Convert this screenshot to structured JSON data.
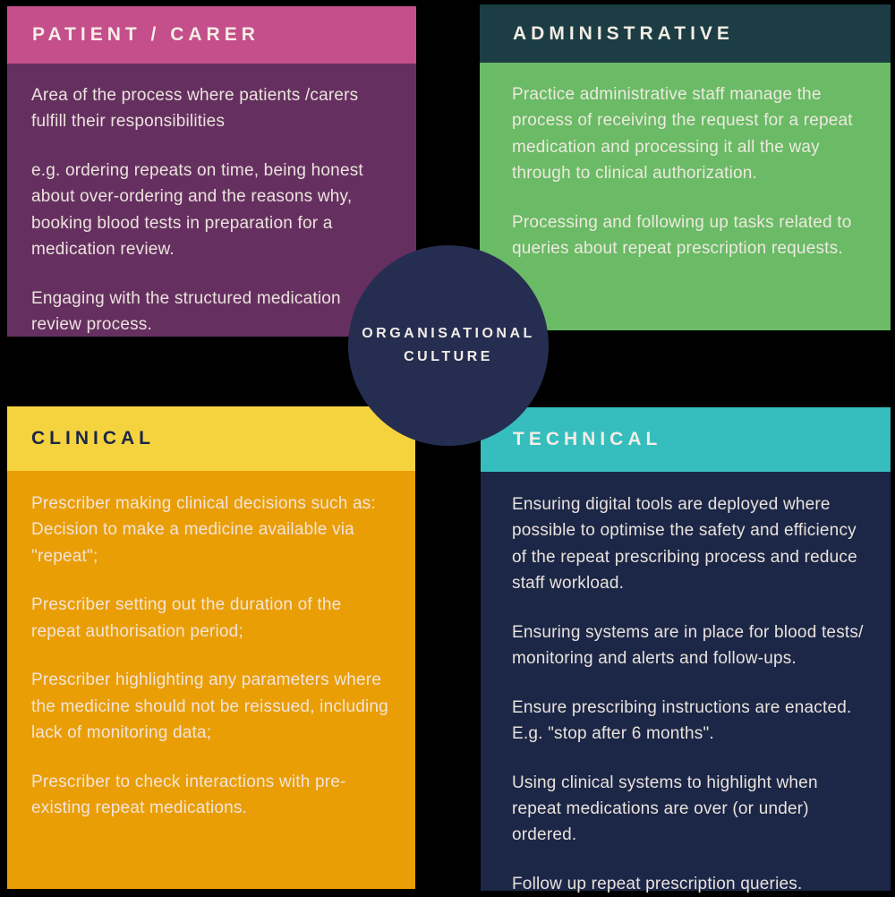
{
  "background_color": "#000000",
  "center": {
    "label_line1": "ORGANISATIONAL",
    "label_line2": "CULTURE",
    "bg": "#252e50",
    "text_color": "#f2ece7"
  },
  "quadrants": [
    {
      "id": "patient-carer",
      "title": "PATIENT / CARER",
      "header_bg": "#c44f8b",
      "header_text_color": "#f6ece6",
      "body_bg": "#653060",
      "body_text_color": "#ece2dd",
      "paragraphs": [
        "Area of the process where patients /carers fulfill their responsibilities",
        "e.g. ordering repeats on time, being honest about over-ordering and the reasons why, booking blood tests in preparation for a medication review.",
        "Engaging with the structured medication review process."
      ]
    },
    {
      "id": "administrative",
      "title": "ADMINISTRATIVE",
      "header_bg": "#1b3d43",
      "header_text_color": "#f3ece5",
      "body_bg": "#6aba66",
      "body_text_color": "#edeade",
      "paragraphs": [
        "Practice administrative staff manage the process of receiving the request for a repeat medication and processing it all the way through to clinical authorization.",
        "Processing and following up tasks related to queries about repeat prescription requests."
      ]
    },
    {
      "id": "clinical",
      "title": "CLINICAL",
      "header_bg": "#f5d33f",
      "header_text_color": "#1c2747",
      "body_bg": "#e99e05",
      "body_text_color": "#f3e4da",
      "paragraphs": [
        "Prescriber making clinical decisions such as: Decision to make a medicine available via \"repeat\";",
        "Prescriber setting out the duration of the repeat authorisation period;",
        "Prescriber highlighting any parameters where the medicine should not be reissued, including lack of monitoring data;",
        "Prescriber to check interactions with pre- existing repeat medications."
      ]
    },
    {
      "id": "technical",
      "title": "TECHNICAL",
      "header_bg": "#36bdbd",
      "header_text_color": "#f2ece6",
      "body_bg": "#1c2747",
      "body_text_color": "#e9e2dc",
      "paragraphs": [
        "Ensuring digital tools are deployed where possible to optimise the safety and efficiency of the repeat prescribing process and reduce staff workload.",
        "Ensuring systems are in place for blood tests/ monitoring and alerts and follow-ups.",
        "Ensure prescribing instructions are enacted. E.g. \"stop after 6 months\".",
        "Using clinical systems to highlight when repeat medications are over (or under) ordered.",
        "Follow up repeat prescription queries."
      ]
    }
  ]
}
